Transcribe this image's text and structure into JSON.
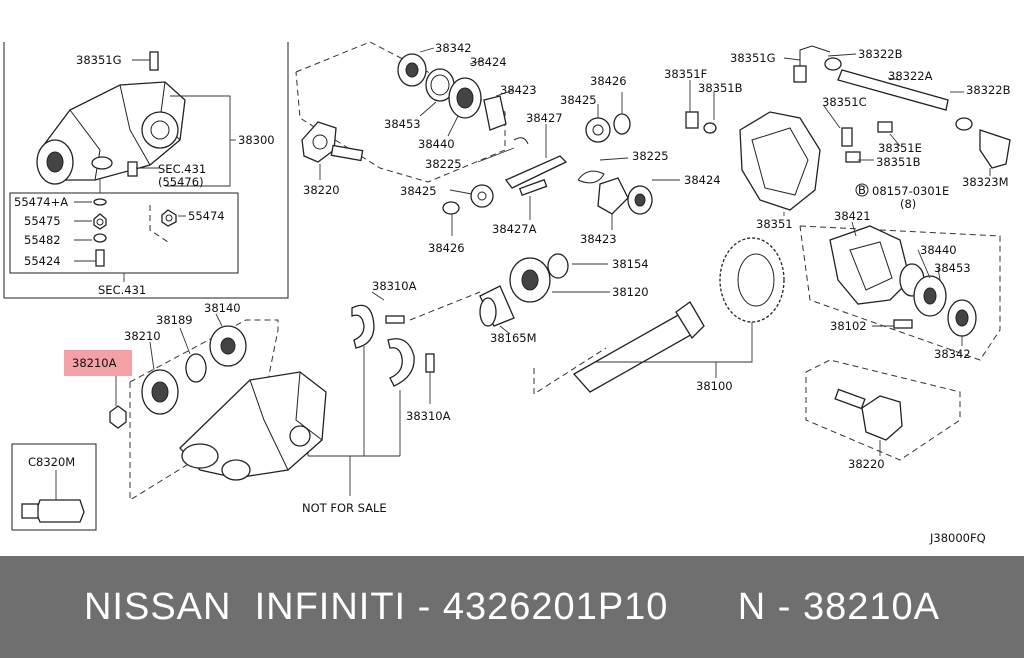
{
  "labels": {
    "l1": "38351G",
    "l2": "38300",
    "l3": "SEC.431",
    "l4": "(55476)",
    "l5": "55474+A",
    "l6": "55475",
    "l7": "55482",
    "l8": "55424",
    "l9": "55474",
    "l10": "SEC.431",
    "l11": "38342",
    "l12": "38424",
    "l13": "38423",
    "l14": "38453",
    "l15": "38440",
    "l16": "38225",
    "l17": "38220",
    "l18": "38427",
    "l19": "38426",
    "l20": "38425",
    "l21": "38225",
    "l22": "38424",
    "l23": "38425",
    "l24": "38426",
    "l25": "38427A",
    "l26": "38423",
    "l27": "38351F",
    "l28": "38351G",
    "l29": "38322B",
    "l30": "38322A",
    "l31": "38322B",
    "l32": "38351B",
    "l33": "38351C",
    "l34": "38351E",
    "l35": "38351B",
    "l36": "08157-0301E",
    "l37": "(8)",
    "l38": "38323M",
    "l39": "38351",
    "l40": "38421",
    "l41": "38440",
    "l42": "38453",
    "l43": "38102",
    "l44": "38342",
    "l45": "38220",
    "l46": "38154",
    "l47": "38120",
    "l48": "38165M",
    "l49": "38100",
    "l50": "38310A",
    "l51": "38310A",
    "l52": "38140",
    "l53": "38189",
    "l54": "38210",
    "l55": "38210A",
    "l56": "C8320M",
    "l57": "NOT FOR SALE",
    "l58": "J38000FQ",
    "bolt_b": "B"
  },
  "footer": {
    "text": "NISSAN  INFINITI - 4326201P10      N - 38210A"
  },
  "colors": {
    "highlight": "#f3a0a6",
    "footer_bg": "#6f6f6f"
  }
}
